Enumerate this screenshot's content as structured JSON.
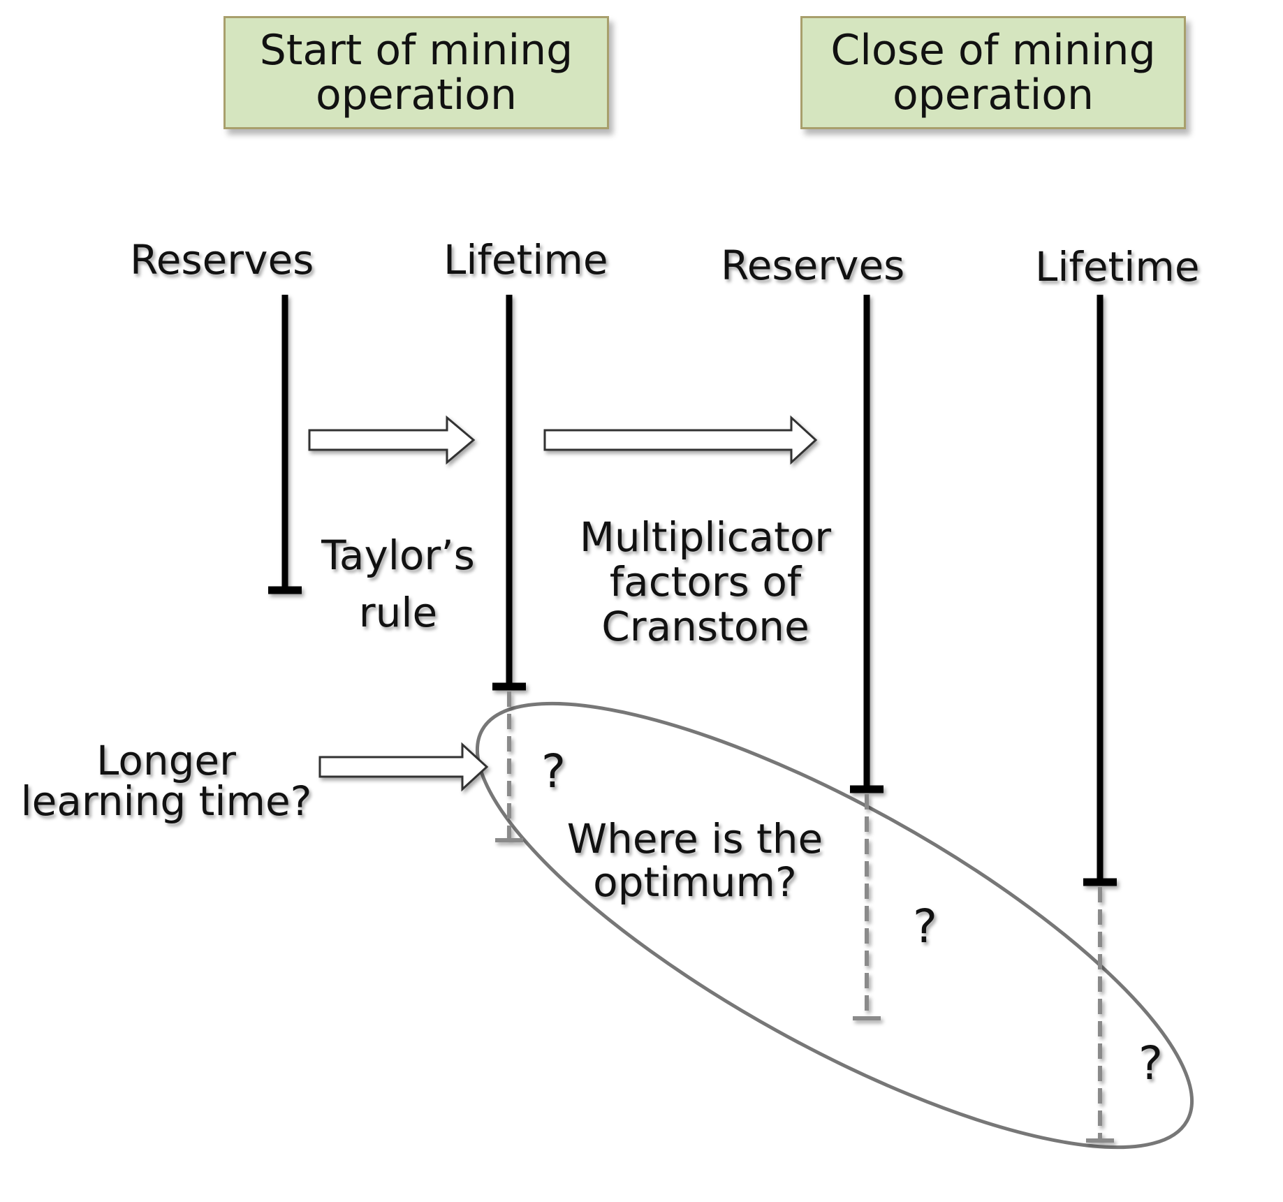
{
  "boxes": {
    "start": {
      "line1": "Start of mining",
      "line2": "operation"
    },
    "close": {
      "line1": "Close of mining",
      "line2": "operation"
    }
  },
  "headers": {
    "reserves_start": "Reserves",
    "lifetime_start": "Lifetime",
    "reserves_close": "Reserves",
    "lifetime_close": "Lifetime"
  },
  "labels": {
    "taylor": {
      "line1": "Taylor’s",
      "line2": "rule"
    },
    "multiplicator": {
      "line1": "Multiplicator",
      "line2": "factors of",
      "line3": "Cranstone"
    },
    "learning": {
      "line1": "Longer",
      "line2": "learning time?"
    },
    "optimum": {
      "line1": "Where is the",
      "line2": "optimum?"
    }
  },
  "question_marks": [
    "?",
    "?",
    "?"
  ],
  "colors": {
    "box_fill": "#d5e5bf",
    "box_border": "#a89f6c",
    "line": "#000000",
    "dashed": "#8a8a8a",
    "ellipse": "#777777"
  }
}
